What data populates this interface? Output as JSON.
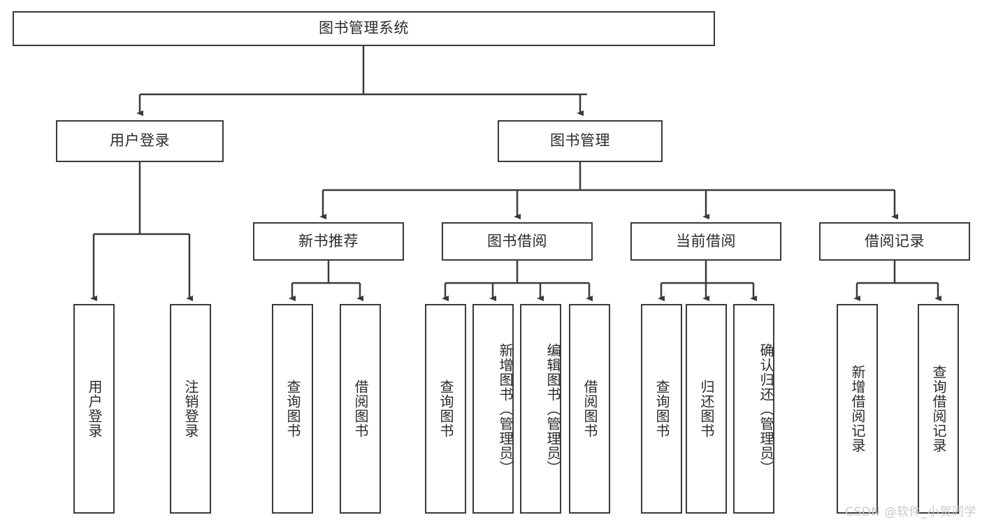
{
  "diagram": {
    "title": "图书管理系统",
    "type": "tree-hierarchy-diagram",
    "colors": {
      "box_border": "#3a3a3a",
      "box_fill": "#ffffff",
      "text": "#2b2b2b",
      "connector": "#3a3a3a",
      "watermark": "#c9c9c9",
      "background": "#ffffff"
    },
    "root": {
      "label": "图书管理系统"
    },
    "level2": [
      {
        "label": "用户登录"
      },
      {
        "label": "图书管理"
      }
    ],
    "level3": [
      {
        "label": "新书推荐"
      },
      {
        "label": "图书借阅"
      },
      {
        "label": "当前借阅"
      },
      {
        "label": "借阅记录"
      }
    ],
    "leaves": {
      "user_login": [
        {
          "label": "用户登录"
        },
        {
          "label": "注销登录"
        }
      ],
      "new_book_recommend": [
        {
          "label": "查询图书"
        },
        {
          "label": "借阅图书"
        }
      ],
      "book_borrow": [
        {
          "label": "查询图书"
        },
        {
          "label": "新增图书（管理员）"
        },
        {
          "label": "编辑图书（管理员）"
        },
        {
          "label": "借阅图书"
        }
      ],
      "current_borrow": [
        {
          "label": "查询图书"
        },
        {
          "label": "归还图书"
        },
        {
          "label": "确认归还（管理员）"
        }
      ],
      "borrow_record": [
        {
          "label": "新增借阅记录"
        },
        {
          "label": "查询借阅记录"
        }
      ]
    },
    "watermark": "CSDN @软件_小贺同学"
  }
}
